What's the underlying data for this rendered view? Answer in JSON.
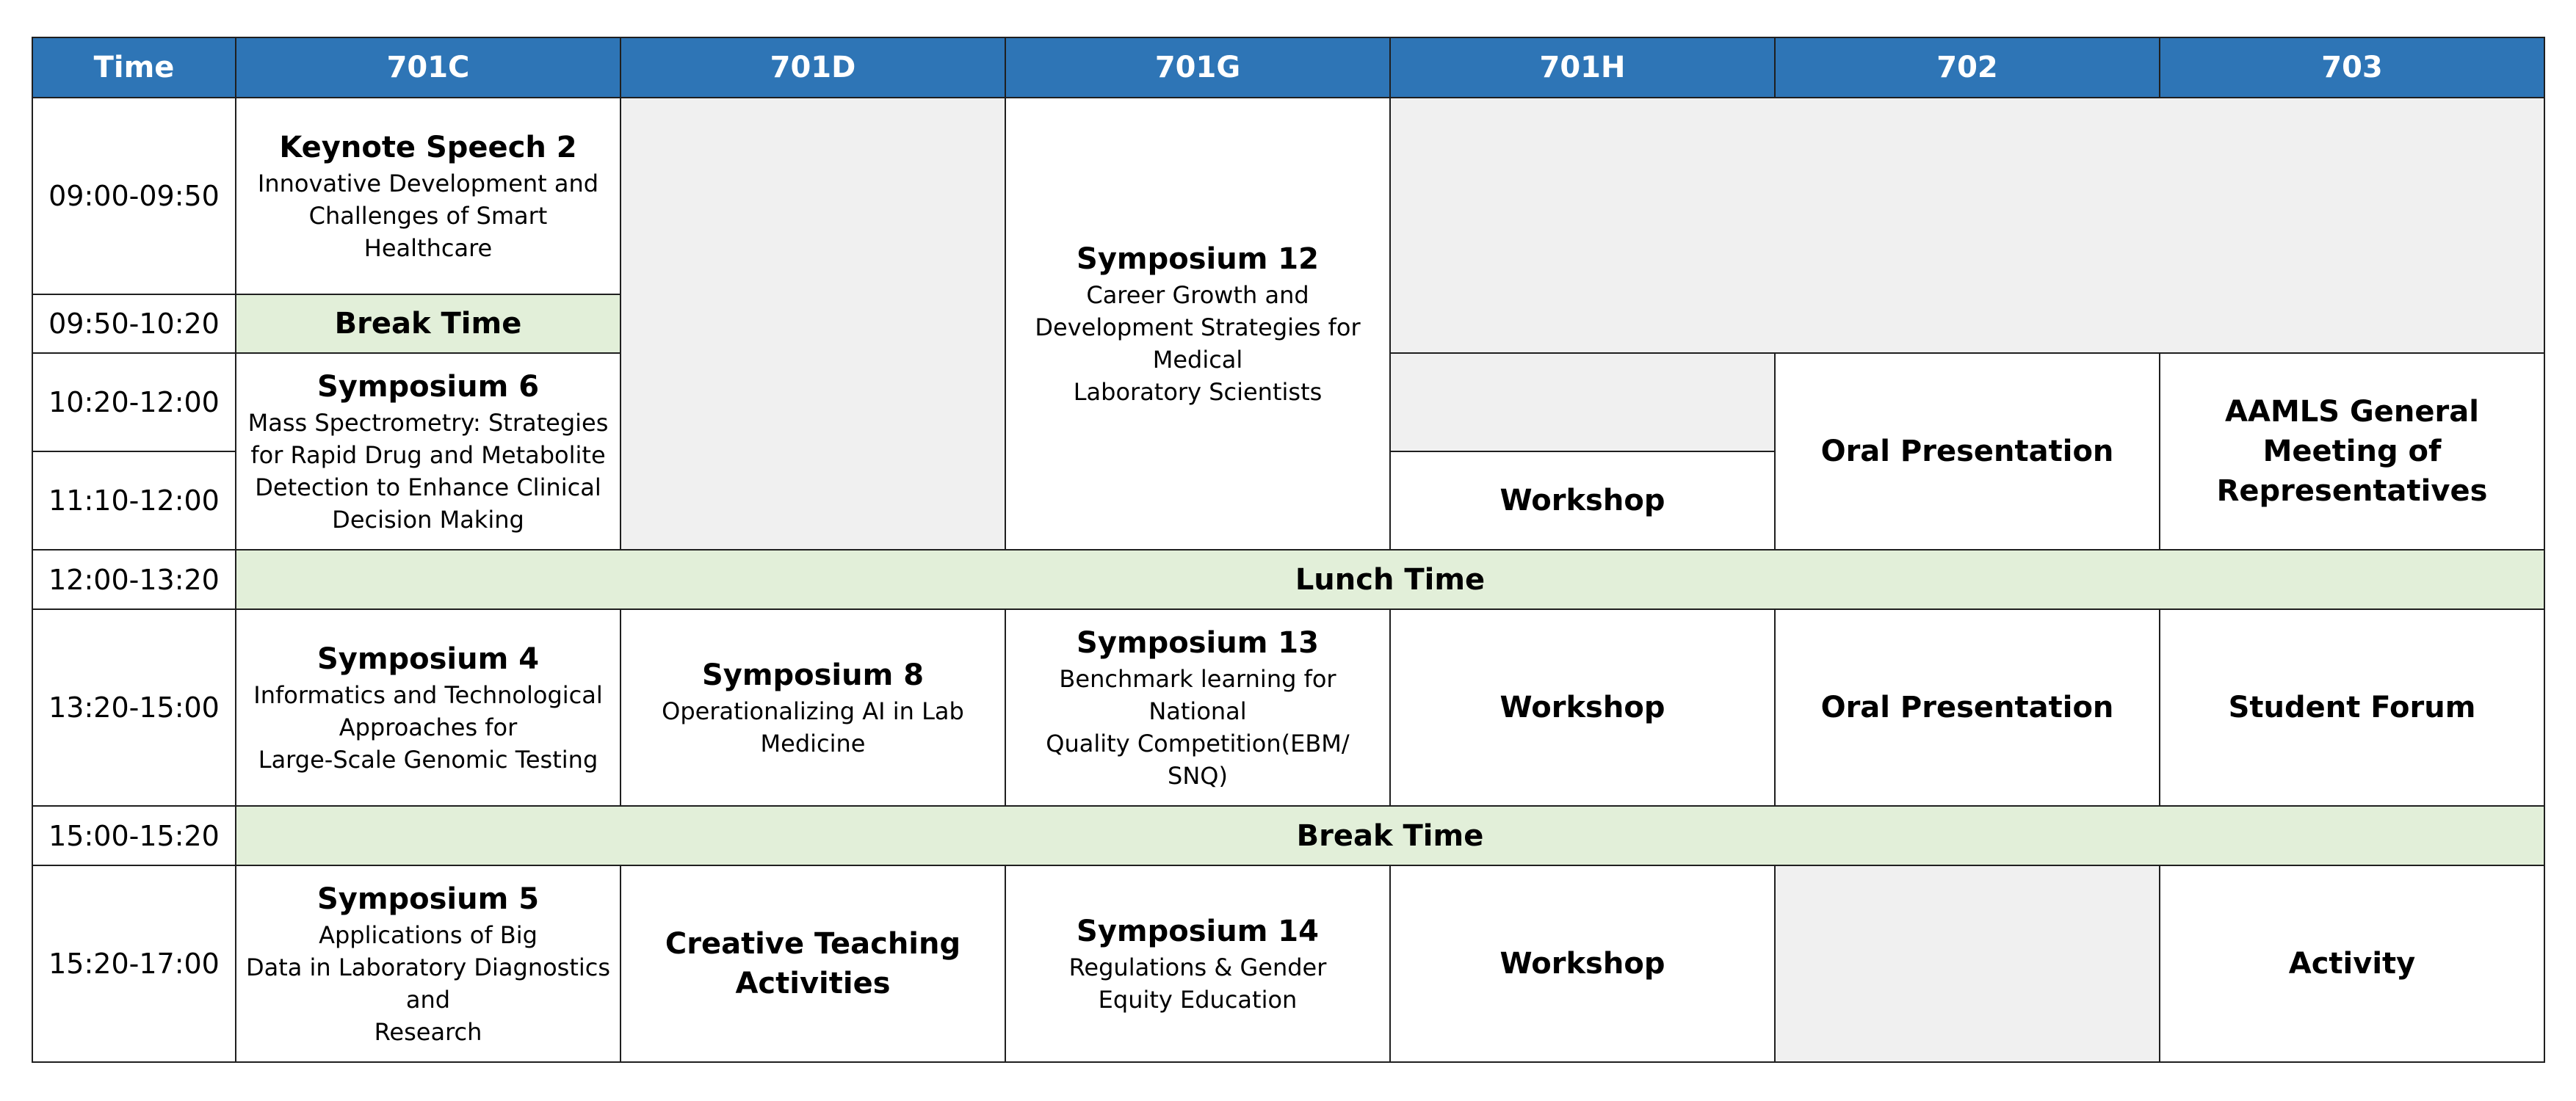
{
  "header": [
    "Time",
    "701C",
    "701D",
    "701G",
    "701H",
    "702",
    "703"
  ],
  "times": [
    "09:00-09:50",
    "09:50-10:20",
    "10:20-12:00",
    "11:10-12:00",
    "12:00-13:20",
    "13:20-15:00",
    "15:00-15:20",
    "15:20-17:00"
  ],
  "sessions": {
    "keynote2": {
      "title": "Keynote Speech 2",
      "desc": "Innovative Development and\nChallenges of Smart Healthcare"
    },
    "break1": "Break Time",
    "symp12": {
      "title": "Symposium 12",
      "desc": "Career Growth and\nDevelopment Strategies for\nMedical\nLaboratory Scientists"
    },
    "symp6": {
      "title": "Symposium 6",
      "desc": "Mass Spectrometry: Strategies\nfor Rapid Drug and Metabolite\nDetection to Enhance Clinical\nDecision Making"
    },
    "oral1": "Oral Presentation",
    "aamls": "AAMLS General Meeting of\nRepresentatives",
    "workshop1": "Workshop",
    "lunch": "Lunch Time",
    "symp4": {
      "title": "Symposium 4",
      "desc": "Informatics and Technological\nApproaches for\nLarge-Scale Genomic Testing"
    },
    "symp8": {
      "title": "Symposium 8",
      "desc": "Operationalizing AI in Lab\nMedicine"
    },
    "symp13": {
      "title": "Symposium 13",
      "desc": "Benchmark learning for National\nQuality Competition(EBM/ SNQ)"
    },
    "workshop2": "Workshop",
    "oral2": "Oral Presentation",
    "student": "Student Forum",
    "break2": "Break Time",
    "symp5": {
      "title": "Symposium 5",
      "desc": "Applications of Big\nData in Laboratory Diagnostics\nand\nResearch"
    },
    "creative": "Creative Teaching\nActivities",
    "symp14": {
      "title": "Symposium 14",
      "desc": "Regulations & Gender\nEquity Education"
    },
    "workshop3": "Workshop",
    "activity": "Activity"
  },
  "colors": {
    "header_bg": "#2e75b6",
    "header_text": "#ffffff",
    "break_bg": "#e2efd9",
    "empty_bg": "#f0f0f0"
  }
}
